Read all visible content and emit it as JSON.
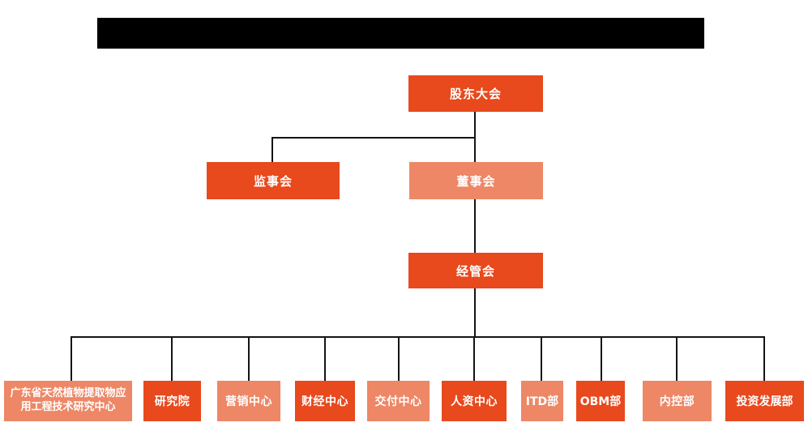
{
  "colors": {
    "primary": "#E8491D",
    "secondary": "#ED8766",
    "connector": "#141414",
    "redaction": "#000000",
    "text": "#FFFFFF"
  },
  "chart": {
    "root": {
      "label": "股东大会"
    },
    "level2": [
      {
        "label": "监事会"
      },
      {
        "label": "董事会"
      }
    ],
    "level3": {
      "label": "经管会"
    },
    "departments": [
      {
        "label": "广东省天然植物提取物应用工程技术研究中心"
      },
      {
        "label": "研究院"
      },
      {
        "label": "营销中心"
      },
      {
        "label": "财经中心"
      },
      {
        "label": "交付中心"
      },
      {
        "label": "人资中心"
      },
      {
        "label": "ITD部"
      },
      {
        "label": "OBM部"
      },
      {
        "label": "内控部"
      },
      {
        "label": "投资发展部"
      }
    ]
  }
}
